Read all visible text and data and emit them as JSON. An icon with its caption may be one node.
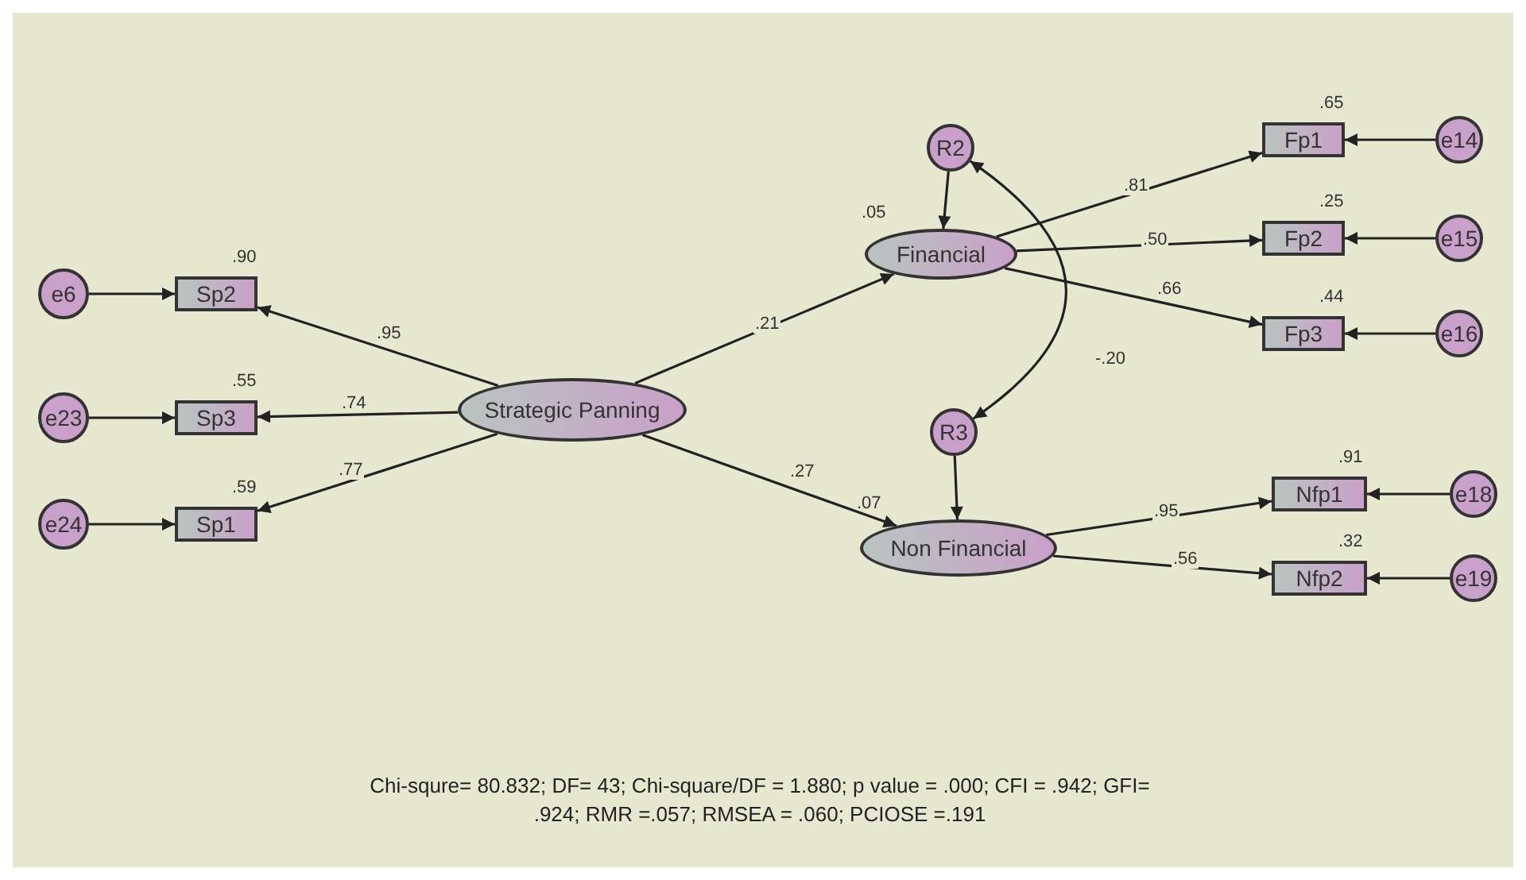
{
  "diagram": {
    "caption": "Chi-squre= 80.832; DF= 43; Chi-square/DF  = 1.880; p value = .000; CFI = .942; GFI= .924; RMR =.057; RMSEA = .060; PCIOSE =.191",
    "nodes": [
      {
        "text": [
          "e6"
        ]
      },
      {
        "text": [
          "Sp2"
        ],
        "beside": [
          ".90"
        ]
      },
      {
        "text": [
          "e23"
        ]
      },
      {
        "text": [
          "Sp3"
        ],
        "beside": [
          ".55"
        ]
      },
      {
        "text": [
          "e24"
        ]
      },
      {
        "text": [
          "Sp1"
        ],
        "beside": [
          ".59"
        ]
      },
      {
        "text": [
          "Strategic Panning"
        ]
      },
      {
        "text": [
          "R2"
        ]
      },
      {
        "text": [
          "Financial"
        ],
        "beside": [
          ".05"
        ]
      },
      {
        "text": [
          "R3"
        ]
      },
      {
        "text": [
          "Non Financial"
        ],
        "beside": [
          ".07"
        ]
      },
      {
        "text": [
          "Fp1"
        ],
        "beside": [
          ".65"
        ]
      },
      {
        "text": [
          "e14"
        ]
      },
      {
        "text": [
          "Fp2"
        ],
        "beside": [
          ".25"
        ]
      },
      {
        "text": [
          "e15"
        ]
      },
      {
        "text": [
          "Fp3"
        ],
        "beside": [
          ".44"
        ]
      },
      {
        "text": [
          "e16"
        ]
      },
      {
        "text": [
          "Nfp1"
        ],
        "beside": [
          ".91"
        ]
      },
      {
        "text": [
          "e18"
        ]
      },
      {
        "text": [
          "Nfp2"
        ],
        "beside": [
          ".32"
        ]
      },
      {
        "text": [
          "e19"
        ]
      }
    ],
    "edges": [
      {
        "from": 0,
        "to": 1,
        "arrow": "to"
      },
      {
        "from": 2,
        "to": 3,
        "arrow": "to"
      },
      {
        "from": 4,
        "to": 5,
        "arrow": "to"
      },
      {
        "from": 6,
        "to": 1,
        "arrow": "to",
        "label": ".95"
      },
      {
        "from": 6,
        "to": 3,
        "arrow": "to",
        "label": ".74"
      },
      {
        "from": 6,
        "to": 5,
        "arrow": "to",
        "label": ".77"
      },
      {
        "from": 6,
        "to": 8,
        "arrow": "to",
        "label": ".21"
      },
      {
        "from": 6,
        "to": 10,
        "arrow": "to",
        "label": ".27"
      },
      {
        "from": 7,
        "to": 8,
        "arrow": "to"
      },
      {
        "from": 9,
        "to": 10,
        "arrow": "to"
      },
      {
        "from": 7,
        "to": 9,
        "arrow": "both",
        "label": "-.20"
      },
      {
        "from": 8,
        "to": 11,
        "arrow": "to",
        "label": ".81"
      },
      {
        "from": 8,
        "to": 13,
        "arrow": "to",
        "label": ".50"
      },
      {
        "from": 8,
        "to": 15,
        "arrow": "to",
        "label": ".66"
      },
      {
        "from": 12,
        "to": 11,
        "arrow": "to"
      },
      {
        "from": 14,
        "to": 13,
        "arrow": "to"
      },
      {
        "from": 16,
        "to": 15,
        "arrow": "to"
      },
      {
        "from": 10,
        "to": 17,
        "arrow": "to",
        "label": ".95"
      },
      {
        "from": 10,
        "to": 19,
        "arrow": "to",
        "label": ".56"
      },
      {
        "from": 18,
        "to": 17,
        "arrow": "to"
      },
      {
        "from": 20,
        "to": 19,
        "arrow": "to"
      }
    ]
  }
}
